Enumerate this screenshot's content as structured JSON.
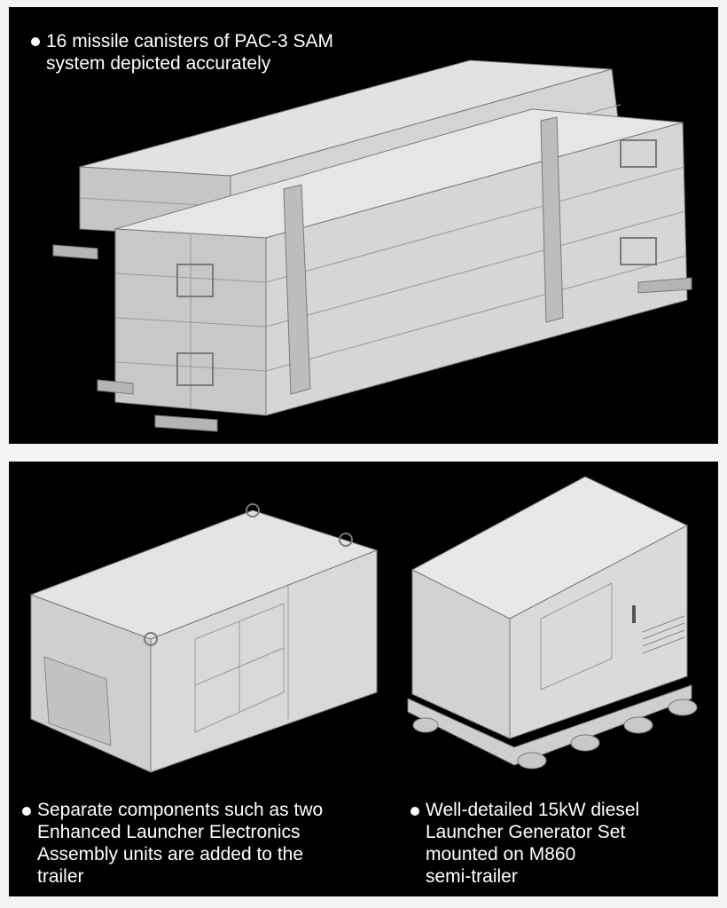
{
  "top_panel": {
    "caption_line1": "16 missile canisters of PAC-3 SAM",
    "caption_line2": "system depicted accurately"
  },
  "bottom_panel": {
    "left_caption_line1": "Separate components such as two",
    "left_caption_line2": "Enhanced Launcher Electronics",
    "left_caption_line3": "Assembly units are added to the",
    "left_caption_line4": "trailer",
    "right_caption_line1": "Well-detailed 15kW diesel",
    "right_caption_line2": "Launcher Generator Set",
    "right_caption_line3": "mounted on M860",
    "right_caption_line4": "semi-trailer"
  },
  "colors": {
    "panel_background": "#000000",
    "frame_background": "#f4f4f4",
    "model_light": "#dcdcdc",
    "model_mid": "#bdbdbd",
    "model_dark": "#8f8f8f",
    "text": "#ffffff"
  }
}
